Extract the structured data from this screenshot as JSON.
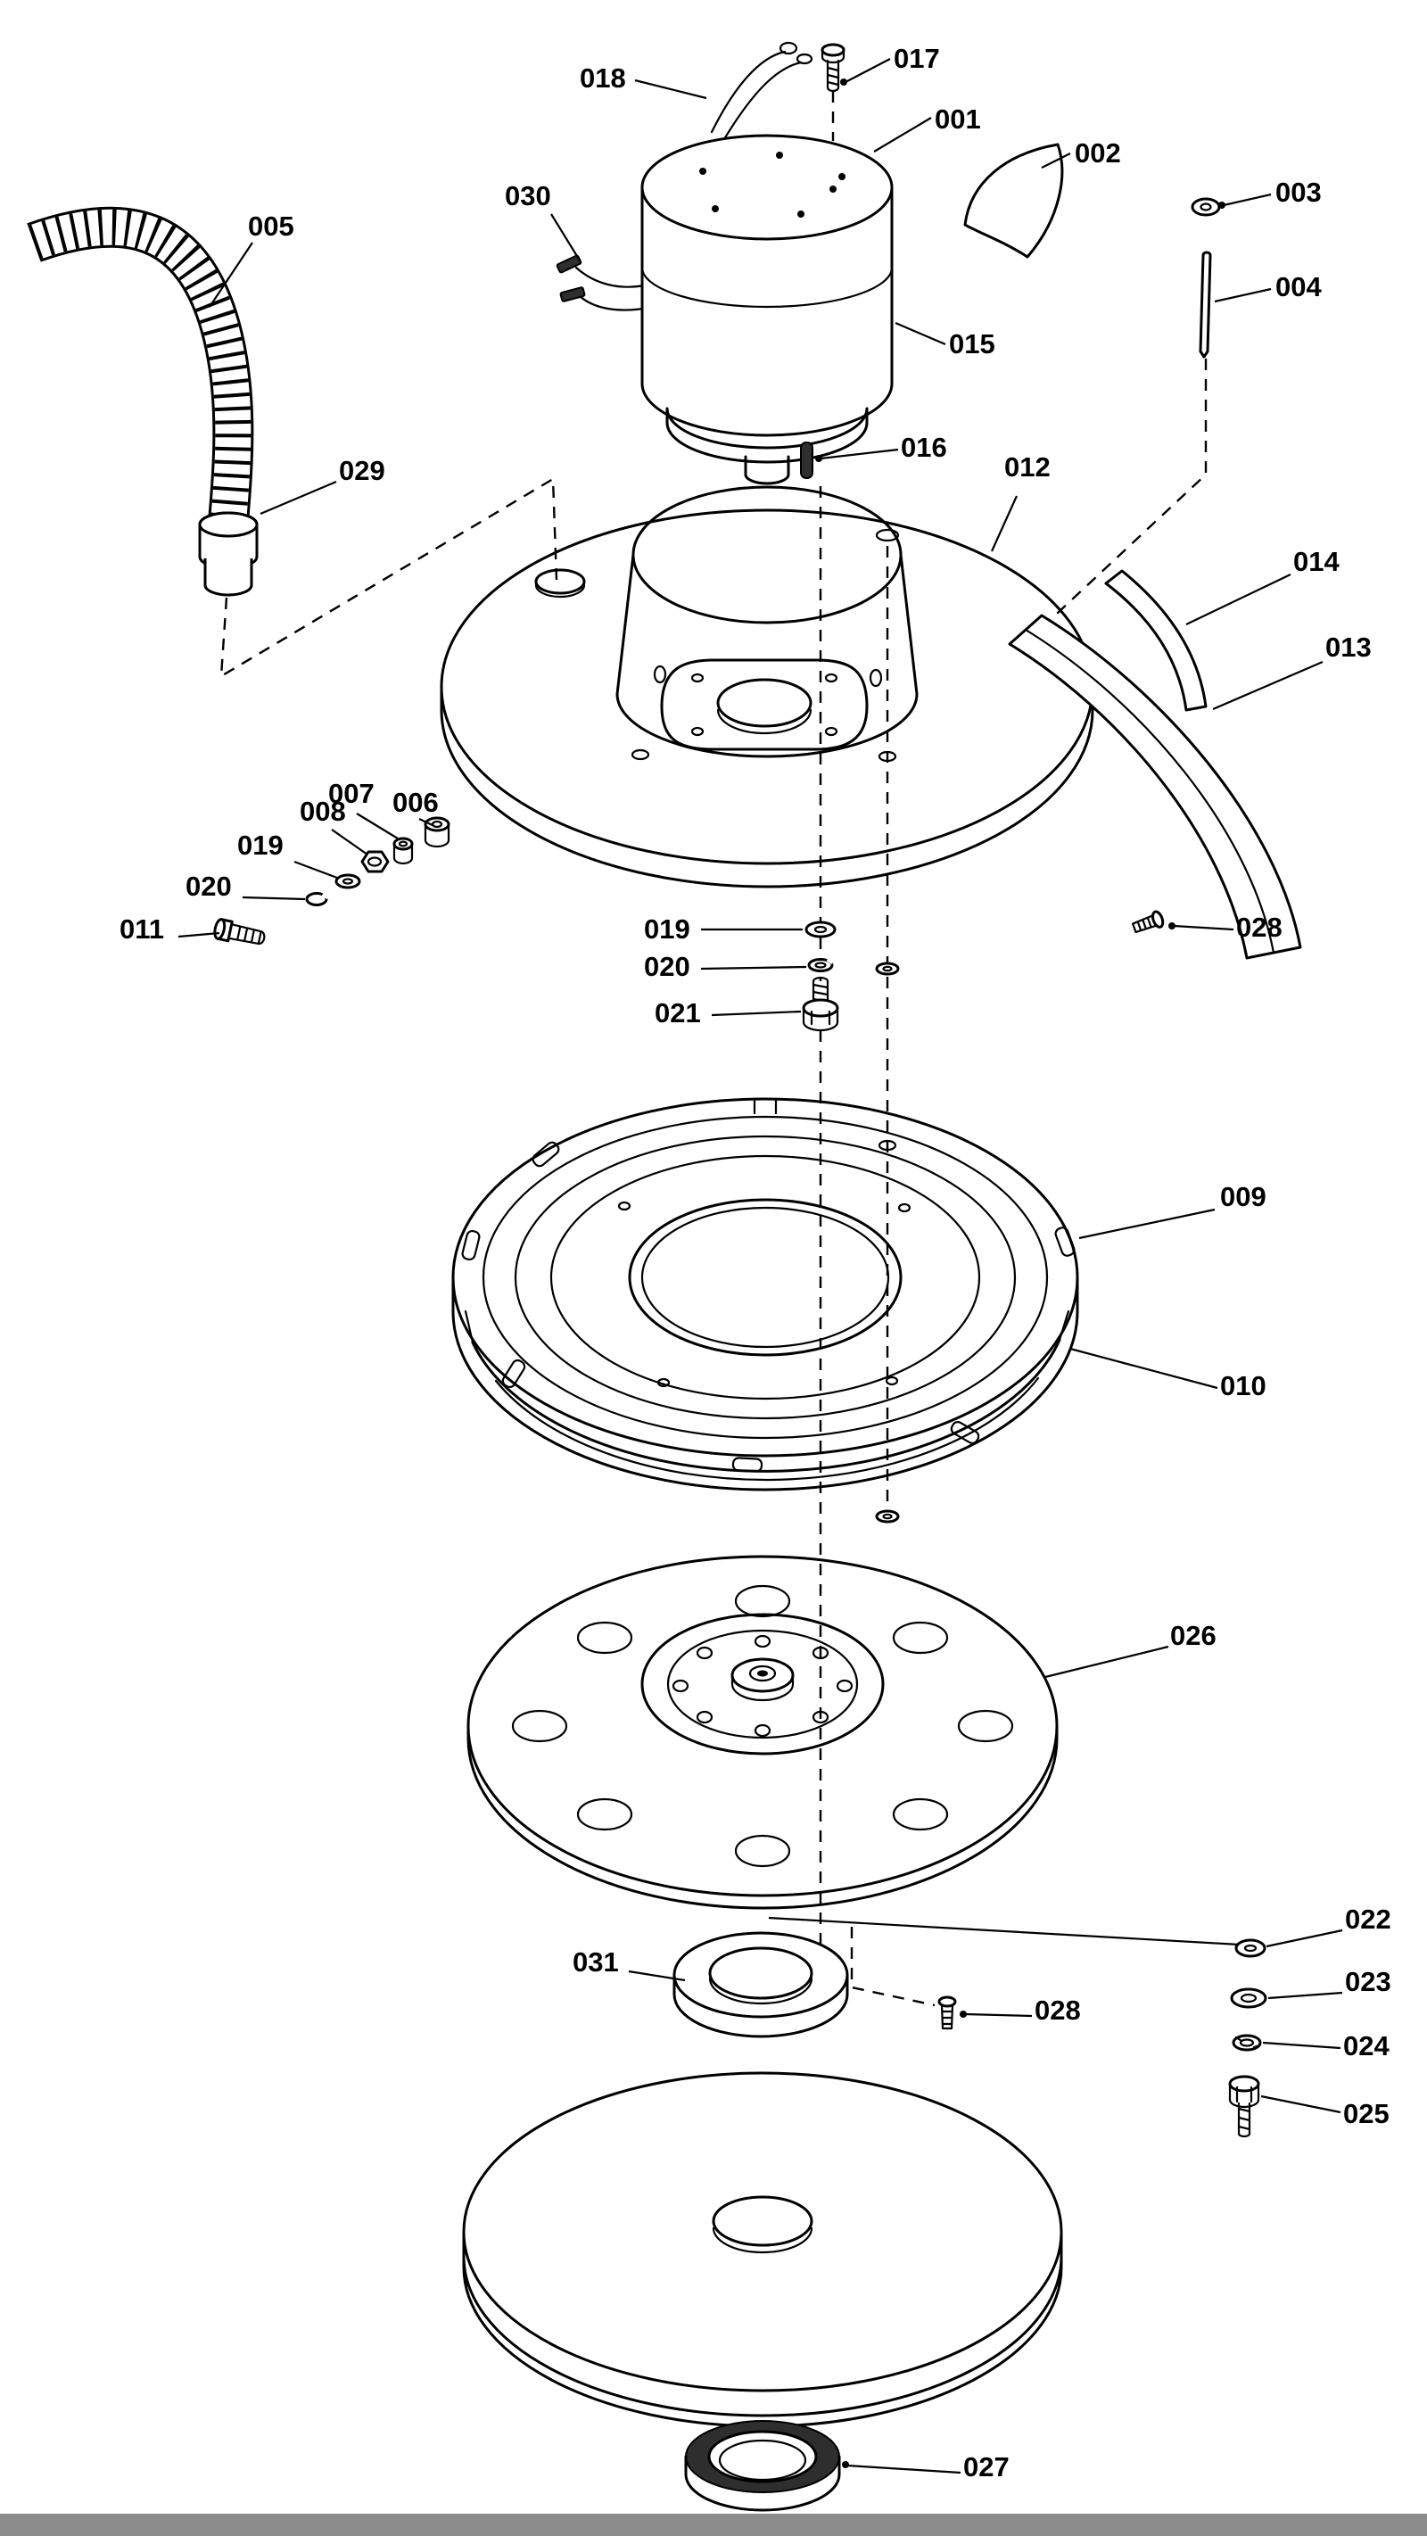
{
  "diagram_type": "exploded-parts-diagram",
  "colors": {
    "ink": "#000000",
    "background": "#ffffff",
    "footer_bar": "#8c8c8c",
    "dark_part": "#2e2e2e"
  },
  "callouts": {
    "c001": "001",
    "c002": "002",
    "c003": "003",
    "c004": "004",
    "c005": "005",
    "c006": "006",
    "c007": "007",
    "c008": "008",
    "c009": "009",
    "c010": "010",
    "c011": "011",
    "c012": "012",
    "c013": "013",
    "c014": "014",
    "c015": "015",
    "c016": "016",
    "c017": "017",
    "c018": "018",
    "c019_left": "019",
    "c019_center": "019",
    "c020_left": "020",
    "c020_center": "020",
    "c021": "021",
    "c022": "022",
    "c023": "023",
    "c024": "024",
    "c025": "025",
    "c026": "026",
    "c027": "027",
    "c028_upper": "028",
    "c028_lower": "028",
    "c029": "029",
    "c030": "030",
    "c031": "031"
  }
}
